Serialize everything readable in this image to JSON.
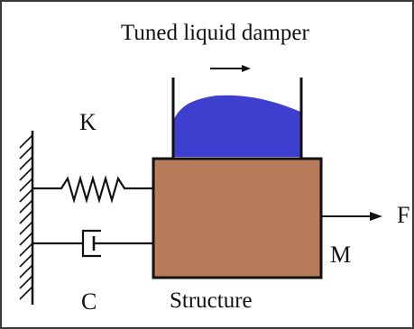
{
  "diagram": {
    "title": "Tuned liquid damper",
    "spring_label": "K",
    "damper_label": "C",
    "mass_label": "M",
    "force_label": "F",
    "structure_label": "Structure"
  },
  "colors": {
    "liquid": "#3f3fcf",
    "structure_block": "#b87c5a",
    "frame_border": "#3a3a3a",
    "line": "#111111"
  }
}
